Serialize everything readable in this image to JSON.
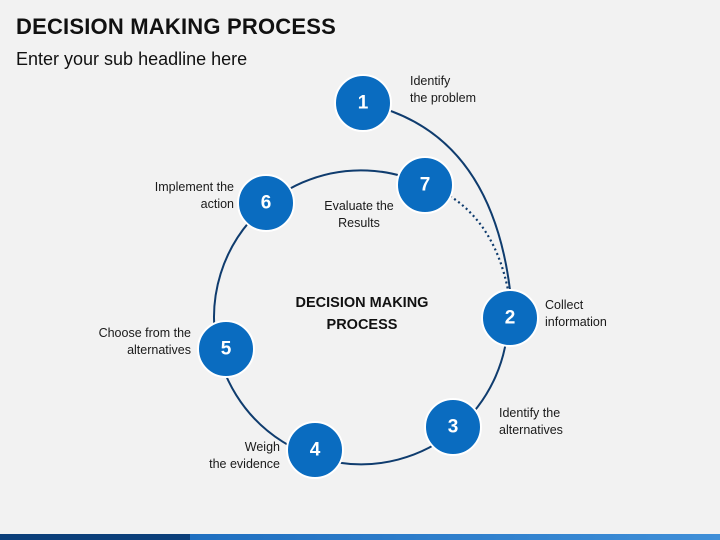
{
  "header": {
    "title": "DECISION MAKING PROCESS",
    "subtitle": "Enter your sub headline here"
  },
  "center": {
    "line1": "DECISION MAKING",
    "line2": "PROCESS"
  },
  "colors": {
    "circle_fill": "#0a6cc0",
    "circle_stroke": "#ffffff",
    "path_stroke": "#0f3c6e"
  },
  "steps": [
    {
      "number": "1",
      "line1": "Identify",
      "line2": "the problem"
    },
    {
      "number": "2",
      "line1": "Collect",
      "line2": "information"
    },
    {
      "number": "3",
      "line1": "Identify the",
      "line2": "alternatives"
    },
    {
      "number": "4",
      "line1": "Weigh",
      "line2": "the evidence"
    },
    {
      "number": "5",
      "line1": "Choose from the",
      "line2": "alternatives"
    },
    {
      "number": "6",
      "line1": "Implement the",
      "line2": "action"
    },
    {
      "number": "7",
      "line1": "Evaluate the",
      "line2": "Results"
    }
  ]
}
